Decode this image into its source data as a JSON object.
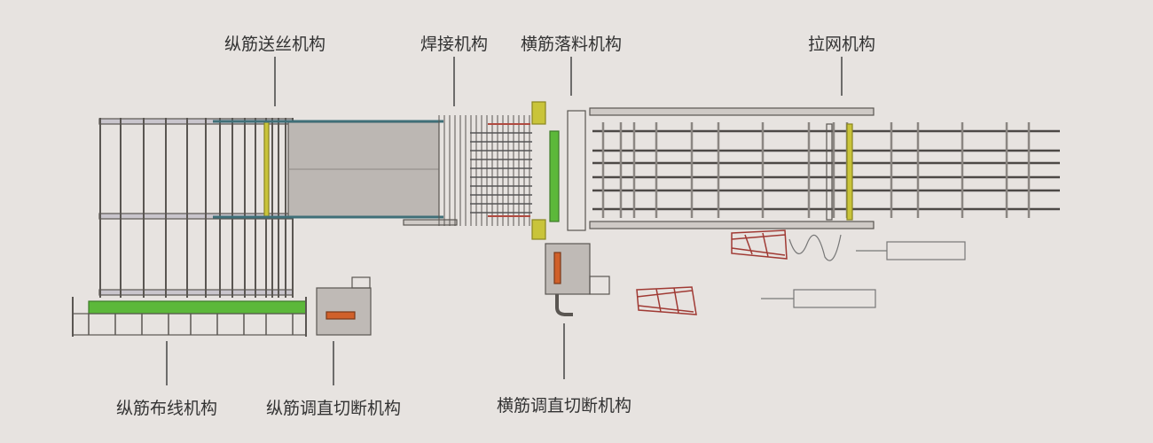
{
  "labels": {
    "longitudinal_feed": "纵筋送丝机构",
    "welding": "焊接机构",
    "transverse_drop": "横筋落料机构",
    "mesh_pulling": "拉网机构",
    "longitudinal_layout": "纵筋布线机构",
    "longitudinal_straighten_cut": "纵筋调直切断机构",
    "transverse_straighten_cut": "横筋调直切断机构"
  },
  "colors": {
    "background": "#e7e3e0",
    "frame": "#5a5652",
    "panel": "#bcb7b3",
    "green": "#5cb83a",
    "yellow": "#c9c43a",
    "orange": "#d0602a",
    "red_cage": "#a03a34",
    "teal": "#3f6f78"
  }
}
